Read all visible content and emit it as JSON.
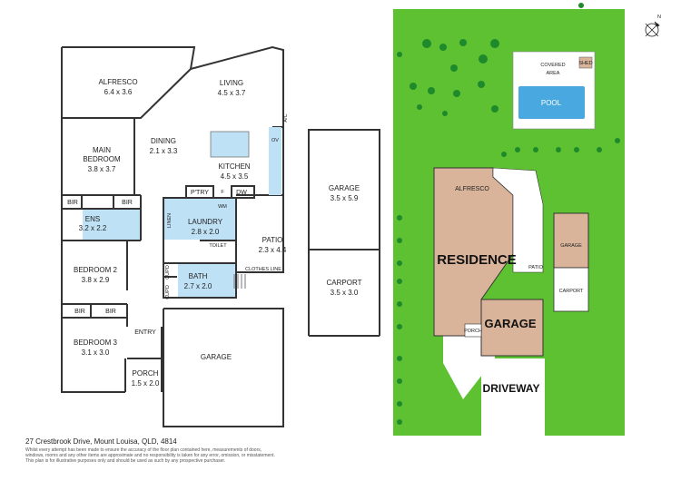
{
  "floorplan": {
    "rooms": {
      "alfresco": {
        "name": "ALFRESCO",
        "dims": "6.4 x 3.6"
      },
      "living": {
        "name": "LIVING",
        "dims": "4.5 x 3.7"
      },
      "dining": {
        "name": "DINING",
        "dims": "2.1 x 3.3"
      },
      "main_bedroom": {
        "name1": "MAIN",
        "name2": "BEDROOM",
        "dims": "3.8 x 3.7"
      },
      "kitchen": {
        "name": "KITCHEN",
        "dims": "4.5 x 3.5"
      },
      "ens": {
        "name": "ENS",
        "dims": "3.2 x 2.2"
      },
      "laundry": {
        "name": "LAUNDRY",
        "dims": "2.8 x 2.0"
      },
      "bedroom2": {
        "name": "BEDROOM 2",
        "dims": "3.8 x 2.9"
      },
      "bath": {
        "name": "BATH",
        "dims": "2.7 x 2.0"
      },
      "bedroom3": {
        "name": "BEDROOM 3",
        "dims": "3.1 x 3.0"
      },
      "porch": {
        "name": "PORCH",
        "dims": "1.5 x 2.0"
      },
      "patio": {
        "name": "PATIO",
        "dims": "2.3 x 4.4"
      },
      "garage_main": {
        "name": "GARAGE"
      },
      "garage_right": {
        "name": "GARAGE",
        "dims": "3.5 x 5.9"
      },
      "carport": {
        "name": "CARPORT",
        "dims": "3.5 x 3.0"
      }
    },
    "small_labels": {
      "bir": "BIR",
      "entry": "ENTRY",
      "ptry": "P'TRY",
      "dw": "DW",
      "wm": "WM",
      "ov": "OV",
      "ac": "A/C",
      "linen": "LINEN",
      "toilet": "TOILET",
      "cupd": "CUPD",
      "f": "F",
      "clothes_line": "CLOTHES LINE"
    }
  },
  "siteplan": {
    "covered_area1": "COVERED",
    "covered_area2": "AREA",
    "shed": "SHED",
    "pool": "POOL",
    "alfresco": "ALFRESCO",
    "residence": "RESIDENCE",
    "garage_small": "GARAGE",
    "patio": "PATIO",
    "carport": "CARPORT",
    "garage_big": "GARAGE",
    "porch": "PORCH",
    "driveway": "DRIVEWAY",
    "north": "N",
    "colors": {
      "lawn": "#5dc132",
      "residence": "#d9b49a",
      "pool": "#4aa8e0",
      "tree": "#1e8a2c",
      "concrete": "#ffffff"
    }
  },
  "footer": {
    "address": "27 Crestbrook Drive, Mount Louisa, QLD, 4814",
    "disclaimer": "Whilst every attempt has been made to ensure the accuracy of the floor plan contained here, measurements of doors,\nwindows, rooms and any other items are approximate and no responsibility is taken for any error, omission, or misstatement.\nThis plan is for illustrative purposes only and should be used as such by any prospective purchaser."
  }
}
